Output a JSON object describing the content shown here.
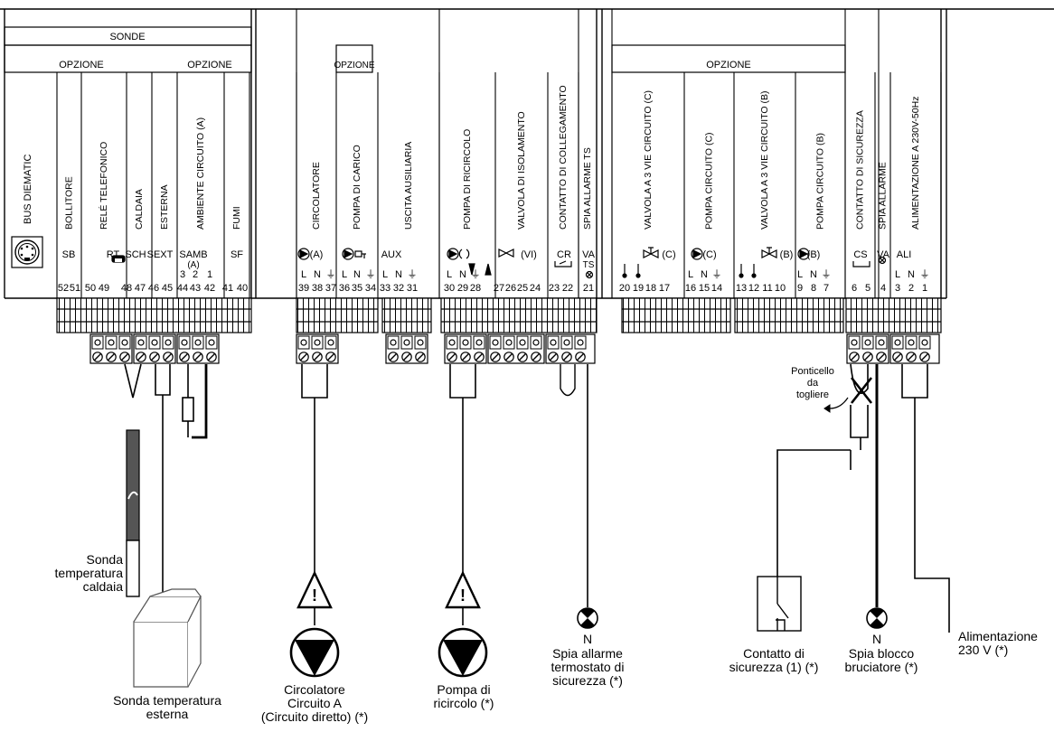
{
  "panel": {
    "sonde_header": "SONDE",
    "opzione": "OPZIONE",
    "bus": "BUS DIEMATIC",
    "columns": [
      {
        "name": "BOLLITORE",
        "code": "SB",
        "pins": [
          "52",
          "51"
        ]
      },
      {
        "name": "RELÉ TELEFONICO",
        "code": "RT",
        "pins": [
          "50",
          "49"
        ]
      },
      {
        "name": "CALDAIA",
        "code": "SCH",
        "pins": [
          "48",
          "47"
        ]
      },
      {
        "name": "ESTERNA",
        "code": "SEXT",
        "pins": [
          "46",
          "45"
        ]
      },
      {
        "name": "AMBIENTE CIRCUITO (A)",
        "code": "SAMB",
        "code2": "(A)",
        "pins": [
          "44",
          "43",
          "42"
        ],
        "pin_top": [
          "3",
          "2",
          "1"
        ]
      },
      {
        "name": "FUMI",
        "code": "SF",
        "pins": [
          "41",
          "40"
        ]
      },
      {
        "name": "CIRCOLATORE",
        "code": "(A)",
        "pins": [
          "39",
          "38",
          "37"
        ],
        "lnt": [
          "L",
          "N",
          "⏚"
        ]
      },
      {
        "name": "POMPA DI CARICO",
        "code": "",
        "pins": [
          "36",
          "35",
          "34"
        ],
        "lnt": [
          "L",
          "N",
          "⏚"
        ]
      },
      {
        "name": "USCITA AUSILIARIA",
        "code": "AUX",
        "pins": [
          "33",
          "32",
          "31"
        ],
        "lnt": [
          "L",
          "N",
          "⏚"
        ]
      },
      {
        "name": "POMPA DI RICIRCOLO",
        "code": "",
        "pins": [
          "30",
          "29",
          "28"
        ],
        "lnt": [
          "L",
          "N",
          "⏚"
        ]
      },
      {
        "name": "VALVOLA DI ISOLAMENTO",
        "code": "(VI)",
        "pins": [
          "27",
          "26",
          "25",
          "24"
        ]
      },
      {
        "name": "CONTATTO DI COLLEGAMENTO",
        "code": "CR",
        "pins": [
          "23",
          "22"
        ]
      },
      {
        "name": "SPIA ALLARME TS",
        "code": "VA",
        "code2": "TS",
        "pins": [
          "21"
        ]
      },
      {
        "name": "VALVOLA A 3 VIE CIRCUITO (C)",
        "code": "(C)",
        "pins": [
          "20",
          "19",
          "18",
          "17"
        ]
      },
      {
        "name": "POMPA CIRCUITO (C)",
        "code": "(C)",
        "pins": [
          "16",
          "15",
          "14"
        ],
        "lnt": [
          "L",
          "N",
          "⏚"
        ]
      },
      {
        "name": "VALVOLA A 3 VIE CIRCUITO (B)",
        "code": "(B)",
        "pins": [
          "13",
          "12",
          "11",
          "10"
        ]
      },
      {
        "name": "POMPA CIRCUITO (B)",
        "code": "(B)",
        "pins": [
          "9",
          "8",
          "7"
        ],
        "lnt": [
          "L",
          "N",
          "⏚"
        ]
      },
      {
        "name": "CONTATTO DI SICUREZZA",
        "code": "CS",
        "pins": [
          "6",
          "5"
        ]
      },
      {
        "name": "SPIA ALLARME",
        "code": "VA",
        "pins": [
          "4"
        ]
      },
      {
        "name": "ALIMENTAZIONE A 230V-50Hz",
        "code": "ALI",
        "pins": [
          "3",
          "2",
          "1"
        ],
        "lnt": [
          "L",
          "N",
          "⏚"
        ]
      }
    ]
  },
  "captions": {
    "sonda_caldaia": "Sonda\ntemperatura\ncaldaia",
    "sonda_esterna": "Sonda temperatura\nesterna",
    "circolatore": "Circolatore\nCircuito A\n(Circuito diretto) (*)",
    "pompa_ricircolo": "Pompa di\nricircolo (*)",
    "spia_allarme": "Spia allarme\ntermostato di\nsicurezza (*)",
    "contatto_sicurezza": "Contatto di\nsicurezza (1) (*)",
    "spia_blocco": "Spia blocco\nbruciatore (*)",
    "alimentazione": "Alimentazione\n230 V (*)",
    "ponticello": "Ponticello\nda\ntogliere",
    "neutral": "N"
  }
}
